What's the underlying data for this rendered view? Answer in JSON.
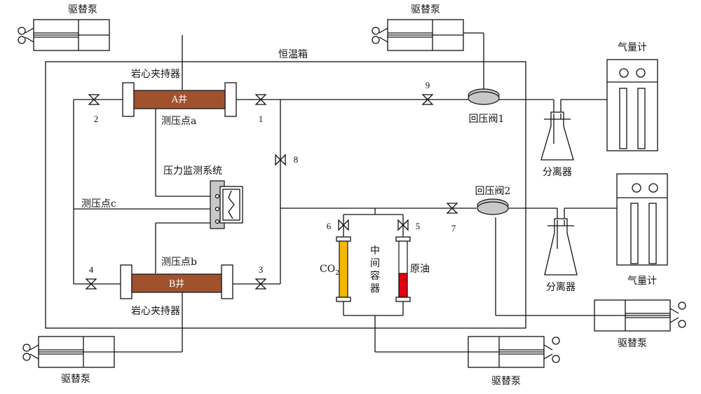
{
  "labels": {
    "pump_top_left": "驱替泵",
    "pump_top_right": "驱替泵",
    "pump_bottom_left": "驱替泵",
    "pump_bottom_center": "驱替泵",
    "pump_right": "驱替泵",
    "oven": "恒温箱",
    "core_holder_top": "岩心夹持器",
    "core_holder_bottom": "岩心夹持器",
    "well_a": "A井",
    "well_b": "B井",
    "pressure_point_a": "测压点a",
    "pressure_point_b": "测压点b",
    "pressure_point_c": "测压点c",
    "pressure_monitor": "压力监测系统",
    "back_pressure_valve_1": "回压阀1",
    "back_pressure_valve_2": "回压阀2",
    "separator_1": "分离器",
    "separator_2": "分离器",
    "gas_meter_1": "气量计",
    "gas_meter_2": "气量计",
    "co2_main": "CO",
    "co2_sub": "2",
    "crude_oil": "原油",
    "intermediate_container": [
      "中",
      "间",
      "容",
      "器"
    ]
  },
  "valves": [
    "1",
    "2",
    "3",
    "4",
    "5",
    "6",
    "7",
    "8",
    "9"
  ],
  "colors": {
    "core": "#a0522d",
    "co2_fluid": "#f5b800",
    "crude_oil_fluid": "#e00010",
    "valve_disc": "#c8c8c8",
    "monitor_panel": "#c8c8c8"
  }
}
